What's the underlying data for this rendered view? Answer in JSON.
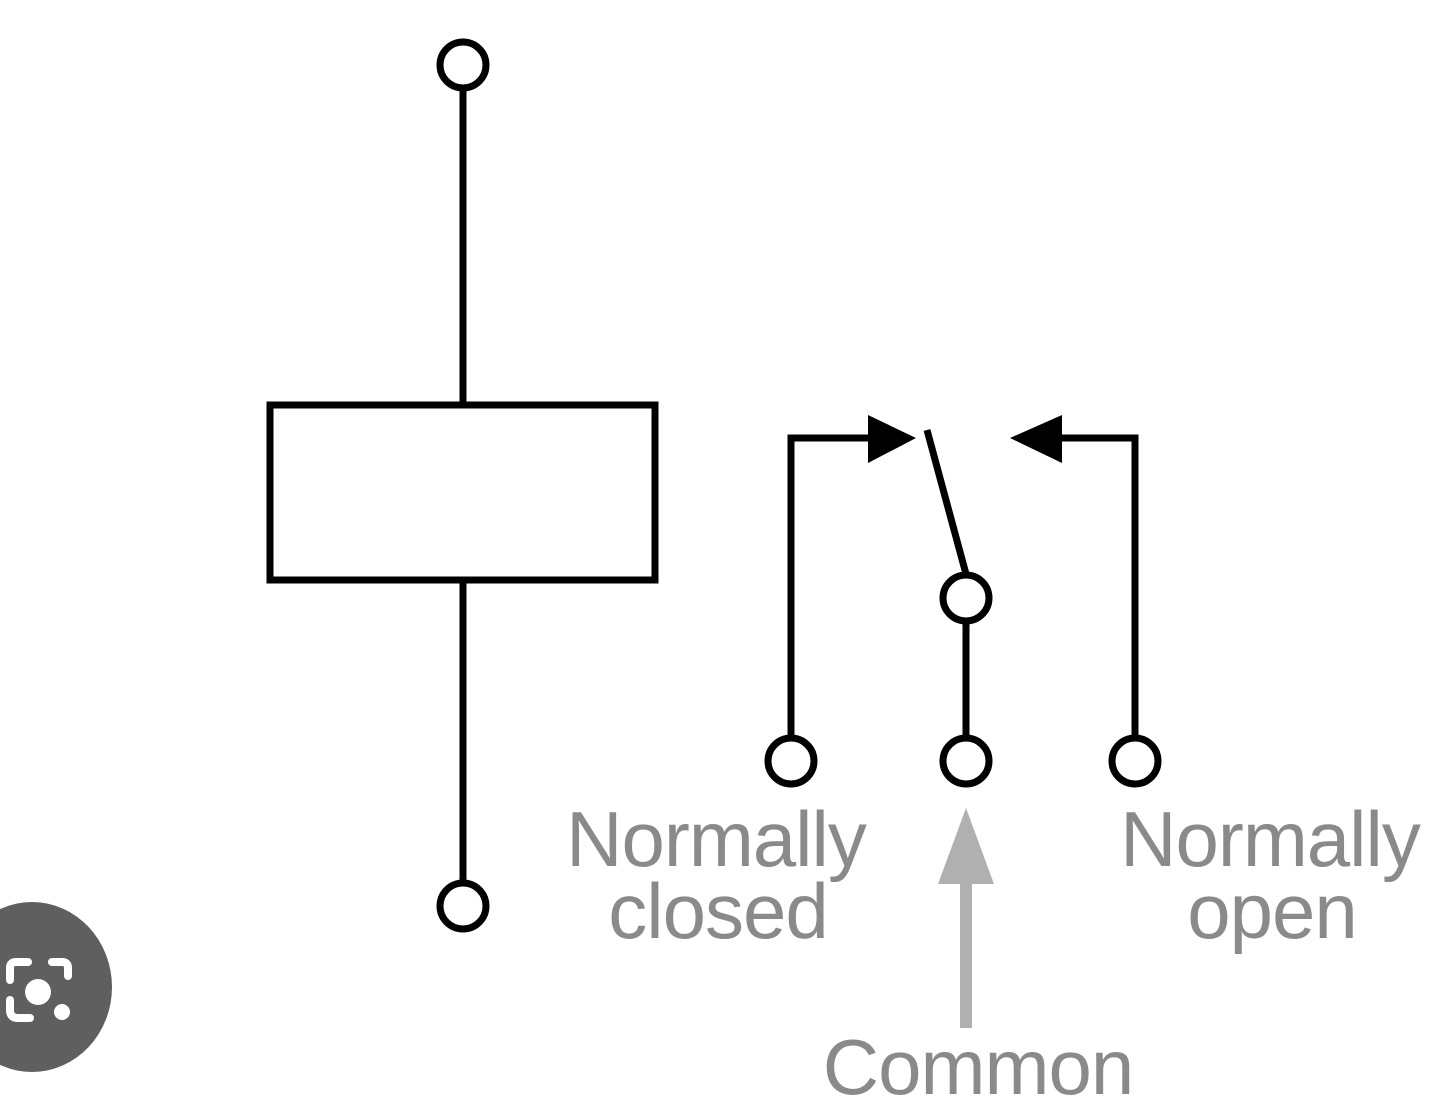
{
  "labels": {
    "normally_closed_line1": "Normally",
    "normally_closed_line2": "closed",
    "normally_open_line1": "Normally",
    "normally_open_line2": "open",
    "common": "Common"
  },
  "colors": {
    "stroke": "#000000",
    "label": "#8a8a8a",
    "common_arrow": "#b0b0b0",
    "lens_button": "#5f5f5f"
  },
  "icons": {
    "lens": "camera-search-icon"
  }
}
